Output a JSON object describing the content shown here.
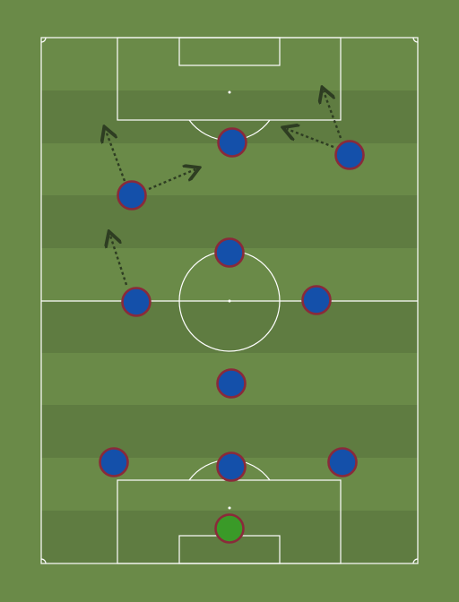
{
  "pitch": {
    "grass_color": "#6a8a48",
    "stripe_dark": "#5f7c41",
    "stripe_light": "#6a8a48",
    "line_color": "#ffffff"
  },
  "formation": {
    "goalkeeper": {
      "role": "goalkeeper",
      "color": "#3a9a28"
    },
    "outfield_color": "#1450aa",
    "outline_color": "#8a2a3a",
    "players": [
      {
        "id": "gk",
        "role": "goalkeeper"
      },
      {
        "id": "lb",
        "role": "left-back"
      },
      {
        "id": "cb",
        "role": "centre-back"
      },
      {
        "id": "rb",
        "role": "right-back"
      },
      {
        "id": "dm",
        "role": "defensive-midfielder"
      },
      {
        "id": "lm",
        "role": "left-midfielder"
      },
      {
        "id": "cm",
        "role": "central-midfielder"
      },
      {
        "id": "rm",
        "role": "right-midfielder"
      },
      {
        "id": "lw",
        "role": "left-winger"
      },
      {
        "id": "st",
        "role": "striker"
      },
      {
        "id": "rw",
        "role": "right-winger"
      }
    ],
    "movement_arrows": [
      {
        "from": "lm",
        "direction": "forward"
      },
      {
        "from": "lw",
        "direction": "forward"
      },
      {
        "from": "lw",
        "direction": "diagonal-right"
      },
      {
        "from": "rw",
        "direction": "inside"
      },
      {
        "from": "rw",
        "direction": "forward"
      }
    ]
  }
}
